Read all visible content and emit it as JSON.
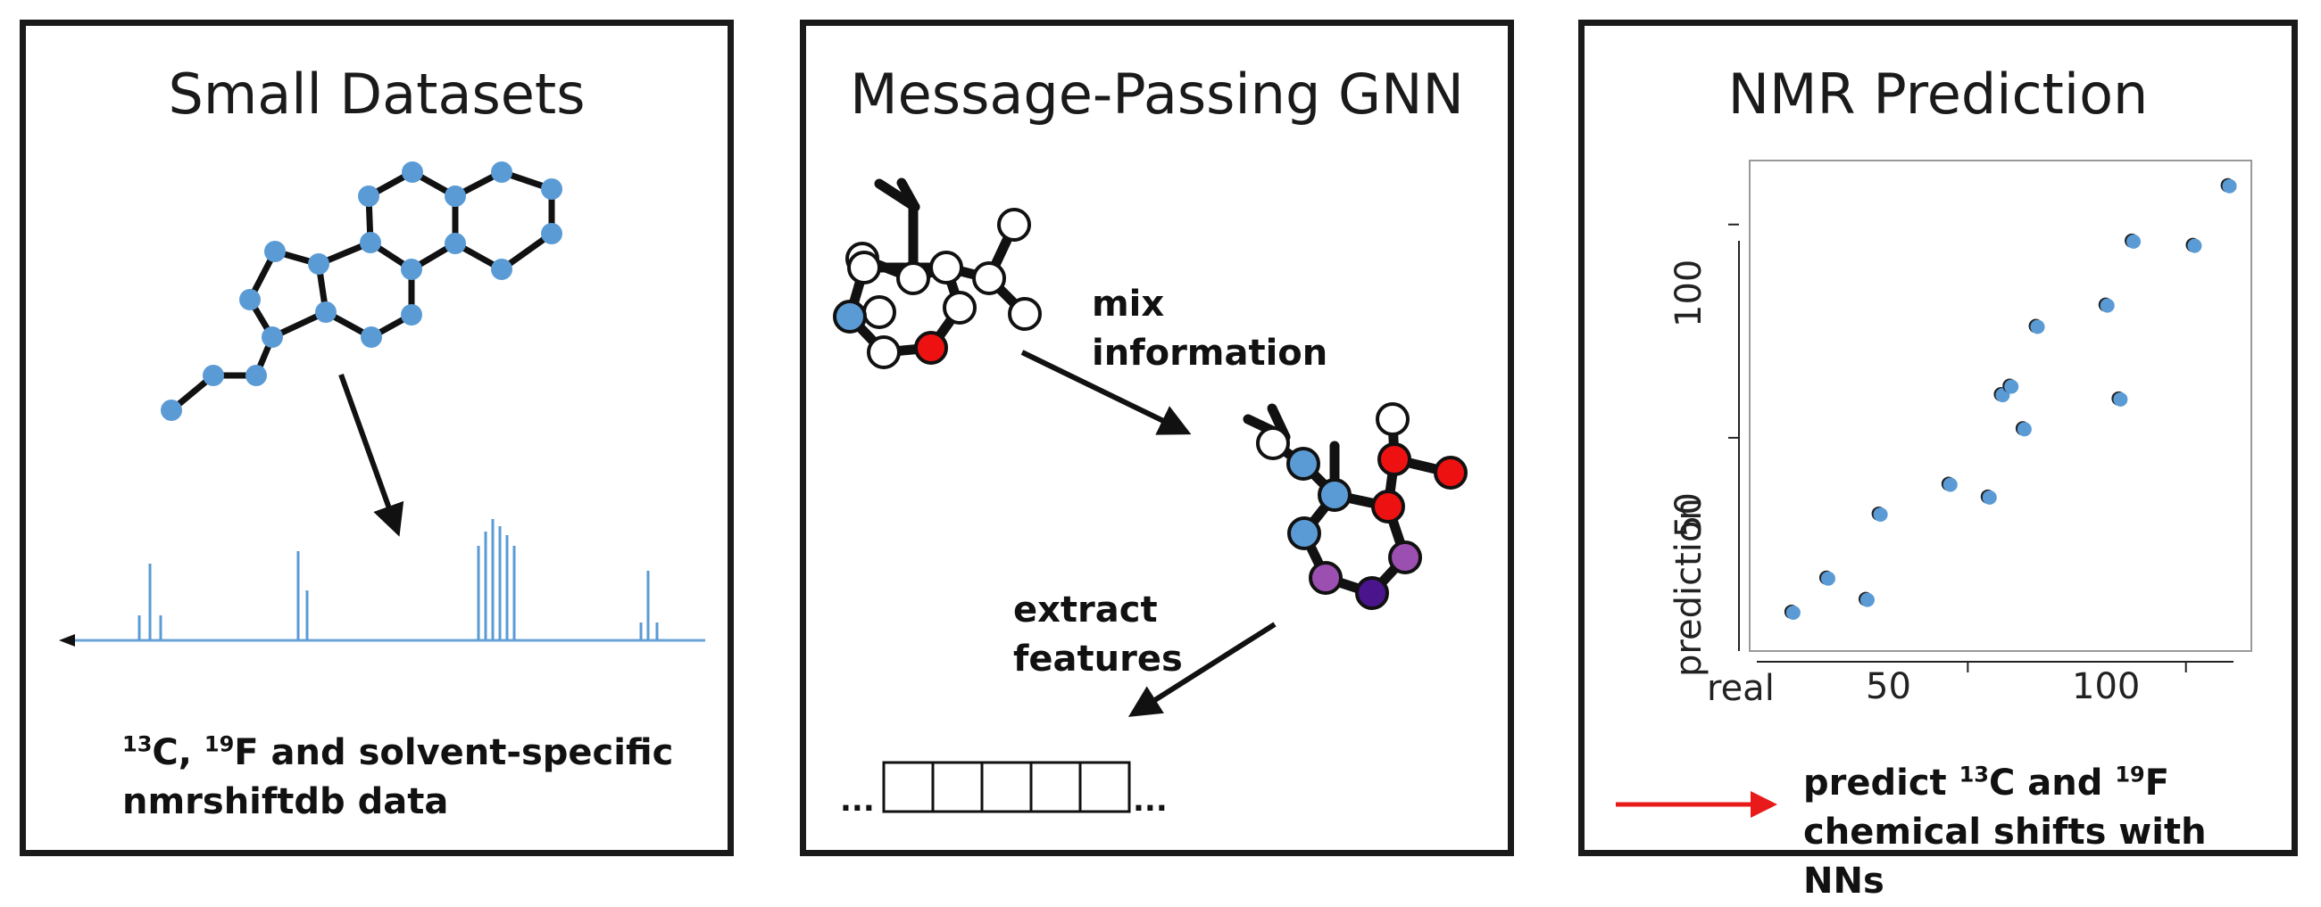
{
  "panels": {
    "datasets": {
      "title": "Small Datasets",
      "caption": {
        "iso1": "13",
        "el1": "C, ",
        "iso2": "19",
        "rest1": "F and solvent-specific",
        "line2": "nmrshiftdb data"
      }
    },
    "gnn": {
      "title": "Message-Passing GNN",
      "step1": [
        "mix",
        "information"
      ],
      "step2": [
        "extract",
        "features"
      ],
      "ellipsis": "..."
    },
    "prediction": {
      "title": "NMR Prediction",
      "caption": {
        "pre": "predict ",
        "iso1": "13",
        "mid": "C and ",
        "iso2": "19",
        "end": "F",
        "line2": "chemical shifts with NNs"
      }
    }
  },
  "colors": {
    "node_blue": "#5b9bd5",
    "node_red": "#ee1111",
    "node_purple": "#9b4fb0",
    "node_indigo": "#4a148c",
    "arrow_red": "#e81a1a"
  },
  "chart_data": {
    "type": "scatter",
    "xlabel": "real",
    "ylabel": "prediction",
    "x_ticks": [
      50,
      100
    ],
    "y_ticks": [
      50,
      100
    ],
    "xlim": [
      0,
      115
    ],
    "ylim": [
      0,
      115
    ],
    "series": [
      {
        "points": [
          [
            10,
            9
          ],
          [
            18,
            17
          ],
          [
            27,
            12
          ],
          [
            30,
            32
          ],
          [
            46,
            39
          ],
          [
            55,
            36
          ],
          [
            58,
            60
          ],
          [
            60,
            62
          ],
          [
            63,
            52
          ],
          [
            66,
            76
          ],
          [
            82,
            81
          ],
          [
            85,
            59
          ],
          [
            88,
            96
          ],
          [
            102,
            95
          ],
          [
            110,
            109
          ]
        ]
      }
    ]
  }
}
